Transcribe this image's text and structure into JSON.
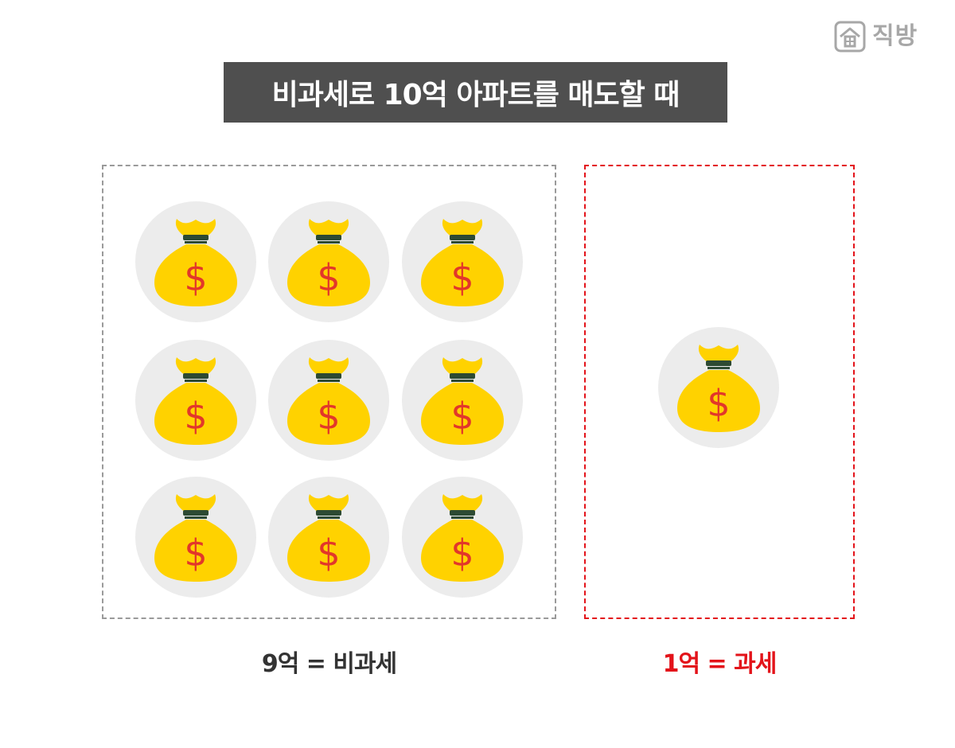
{
  "logo": {
    "text": "직방",
    "icon": "house-icon"
  },
  "title": "비과세로 10억 아파트를 매도할 때",
  "panels": {
    "left": {
      "caption": "9억 = 비과세",
      "icon": "money-bag-icon",
      "count": 9,
      "border_color": "#9a9a9a"
    },
    "right": {
      "caption": "1억 = 과세",
      "icon": "money-bag-icon",
      "count": 1,
      "border_color": "#e3131a"
    }
  },
  "colors": {
    "title_bg": "#4f4f4f",
    "bag": "#ffd200",
    "dollar": "#e2372a",
    "coin_bg": "#ececec",
    "taxed": "#e3131a"
  }
}
